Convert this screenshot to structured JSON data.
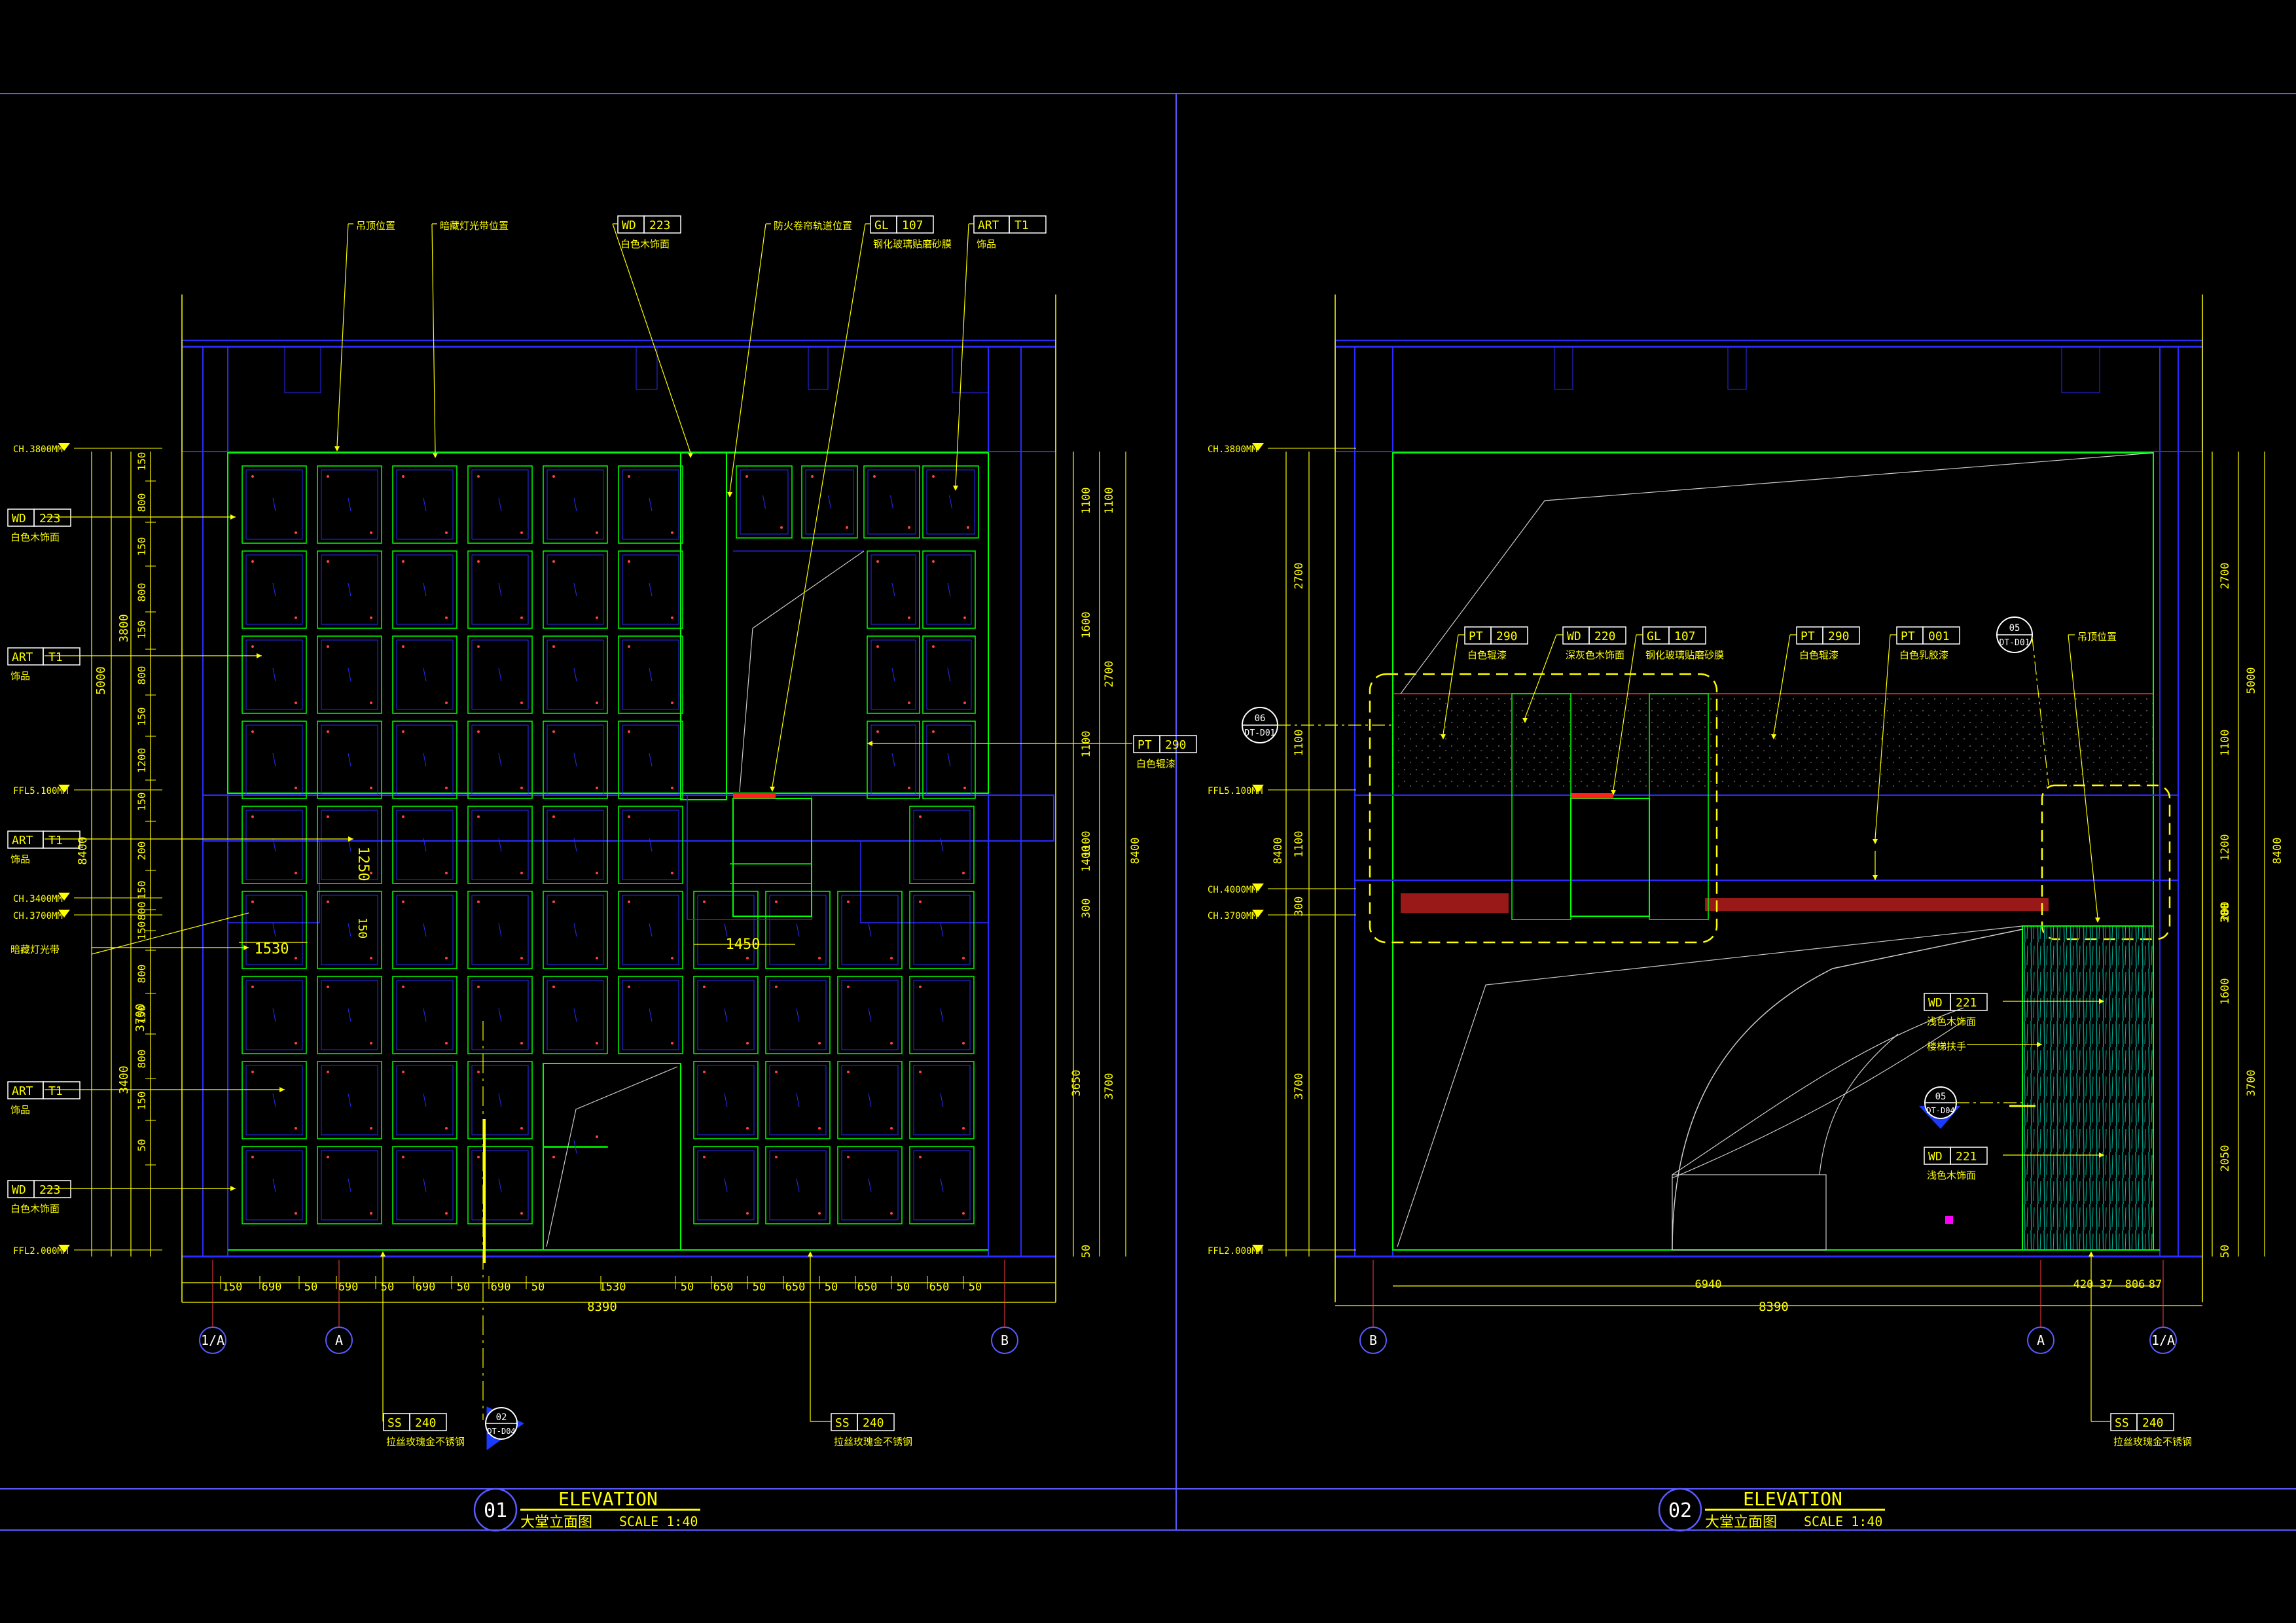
{
  "colors": {
    "background": "#000000",
    "frame": "#5a5aff",
    "annotation": "#ffff00",
    "outline": "#00ff00",
    "structure": "#2a2aff",
    "accent_red": "#ff2020",
    "cyan": "#00e0ff"
  },
  "panels": [
    {
      "number": "01",
      "title": "ELEVATION",
      "subtitle": "大堂立面图",
      "scale": "SCALE 1:40",
      "levels": [
        "CH.3800MM",
        "FFL5.100MM",
        "CH.3400MM",
        "CH.3700MM",
        "FFL2.000MM"
      ],
      "grid_bubbles": [
        "1/A",
        "A",
        "B"
      ],
      "section_markers": [
        {
          "num": "02",
          "ref": "DT-D04"
        }
      ],
      "top_callouts": [
        {
          "code": "",
          "num": "",
          "note": "吊顶位置"
        },
        {
          "code": "",
          "num": "",
          "note": "暗藏灯光带位置"
        },
        {
          "code": "WD",
          "num": "223",
          "note": "白色木饰面"
        },
        {
          "code": "",
          "num": "",
          "note": "防火卷帘轨道位置"
        },
        {
          "code": "GL",
          "num": "107",
          "note": "钢化玻璃贴磨砂膜"
        },
        {
          "code": "ART",
          "num": "T1",
          "note": "饰品"
        }
      ],
      "left_tags": [
        {
          "code": "WD",
          "num": "223",
          "note": "白色木饰面"
        },
        {
          "code": "ART",
          "num": "T1",
          "note": "饰品"
        },
        {
          "code": "ART",
          "num": "T1",
          "note": "饰品"
        },
        {
          "code": "",
          "num": "",
          "note": "暗藏灯光带"
        },
        {
          "code": "ART",
          "num": "T1",
          "note": "饰品"
        },
        {
          "code": "WD",
          "num": "223",
          "note": "白色木饰面"
        }
      ],
      "right_tag": {
        "code": "PT",
        "num": "290",
        "note": "白色辊漆"
      },
      "bottom_tags": [
        {
          "code": "SS",
          "num": "240",
          "note": "拉丝玫瑰金不锈钢"
        },
        {
          "code": "SS",
          "num": "240",
          "note": "拉丝玫瑰金不锈钢"
        }
      ],
      "bottom_dims": [
        "150",
        "690",
        "50",
        "690",
        "50",
        "690",
        "50",
        "690",
        "50",
        "1530",
        "50",
        "650",
        "50",
        "650",
        "50",
        "650",
        "50",
        "650",
        "50"
      ],
      "overall_dim": "8390",
      "left_dims_inner": [
        "150",
        "800",
        "150",
        "800",
        "150",
        "800",
        "150",
        "1200",
        "150",
        "200",
        "150",
        "800",
        "150",
        "800",
        "150",
        "800",
        "150",
        "50"
      ],
      "left_dims_outer": [
        "3800",
        "5000",
        "8400",
        "3400",
        "3700"
      ],
      "right_dims": [
        "1100",
        "1600",
        "1100",
        "1100",
        "1400",
        "300",
        "3650",
        "50",
        "1100",
        "2700",
        "3700",
        "8400"
      ],
      "interior_dims": [
        "1530",
        "1450",
        "1250",
        "150"
      ]
    },
    {
      "number": "02",
      "title": "ELEVATION",
      "subtitle": "大堂立面图",
      "scale": "SCALE 1:40",
      "levels": [
        "CH.3800MM",
        "FFL5.100MM",
        "CH.4000MM",
        "CH.3700MM",
        "FFL2.000MM"
      ],
      "grid_bubbles": [
        "B",
        "A",
        "1/A"
      ],
      "section_markers": [
        {
          "num": "06",
          "ref": "DT-D01"
        },
        {
          "num": "05",
          "ref": "DT-D01"
        },
        {
          "num": "05",
          "ref": "DT-D04"
        }
      ],
      "top_callouts": [
        {
          "code": "PT",
          "num": "290",
          "note": "白色辊漆"
        },
        {
          "code": "WD",
          "num": "220",
          "note": "深灰色木饰面"
        },
        {
          "code": "GL",
          "num": "107",
          "note": "钢化玻璃贴磨砂膜"
        },
        {
          "code": "PT",
          "num": "290",
          "note": "白色辊漆"
        },
        {
          "code": "PT",
          "num": "001",
          "note": "白色乳胶漆"
        },
        {
          "code": "",
          "num": "",
          "note": "吊顶位置"
        }
      ],
      "right_tags": [
        {
          "code": "WD",
          "num": "221",
          "note": "浅色木饰面"
        },
        {
          "code": "",
          "num": "",
          "note": "楼梯扶手"
        },
        {
          "code": "WD",
          "num": "221",
          "note": "浅色木饰面"
        }
      ],
      "bottom_tag": {
        "code": "SS",
        "num": "240",
        "note": "拉丝玫瑰金不锈钢"
      },
      "bottom_dims": [
        "6940",
        "420",
        "37",
        "806",
        "87"
      ],
      "overall_dim": "8390",
      "left_dims": [
        "2700",
        "1100",
        "1100",
        "300",
        "3700",
        "8400"
      ],
      "right_dims": [
        "2700",
        "5000",
        "1100",
        "1200",
        "200",
        "300",
        "1600",
        "3700",
        "2050",
        "50",
        "8400"
      ]
    }
  ]
}
